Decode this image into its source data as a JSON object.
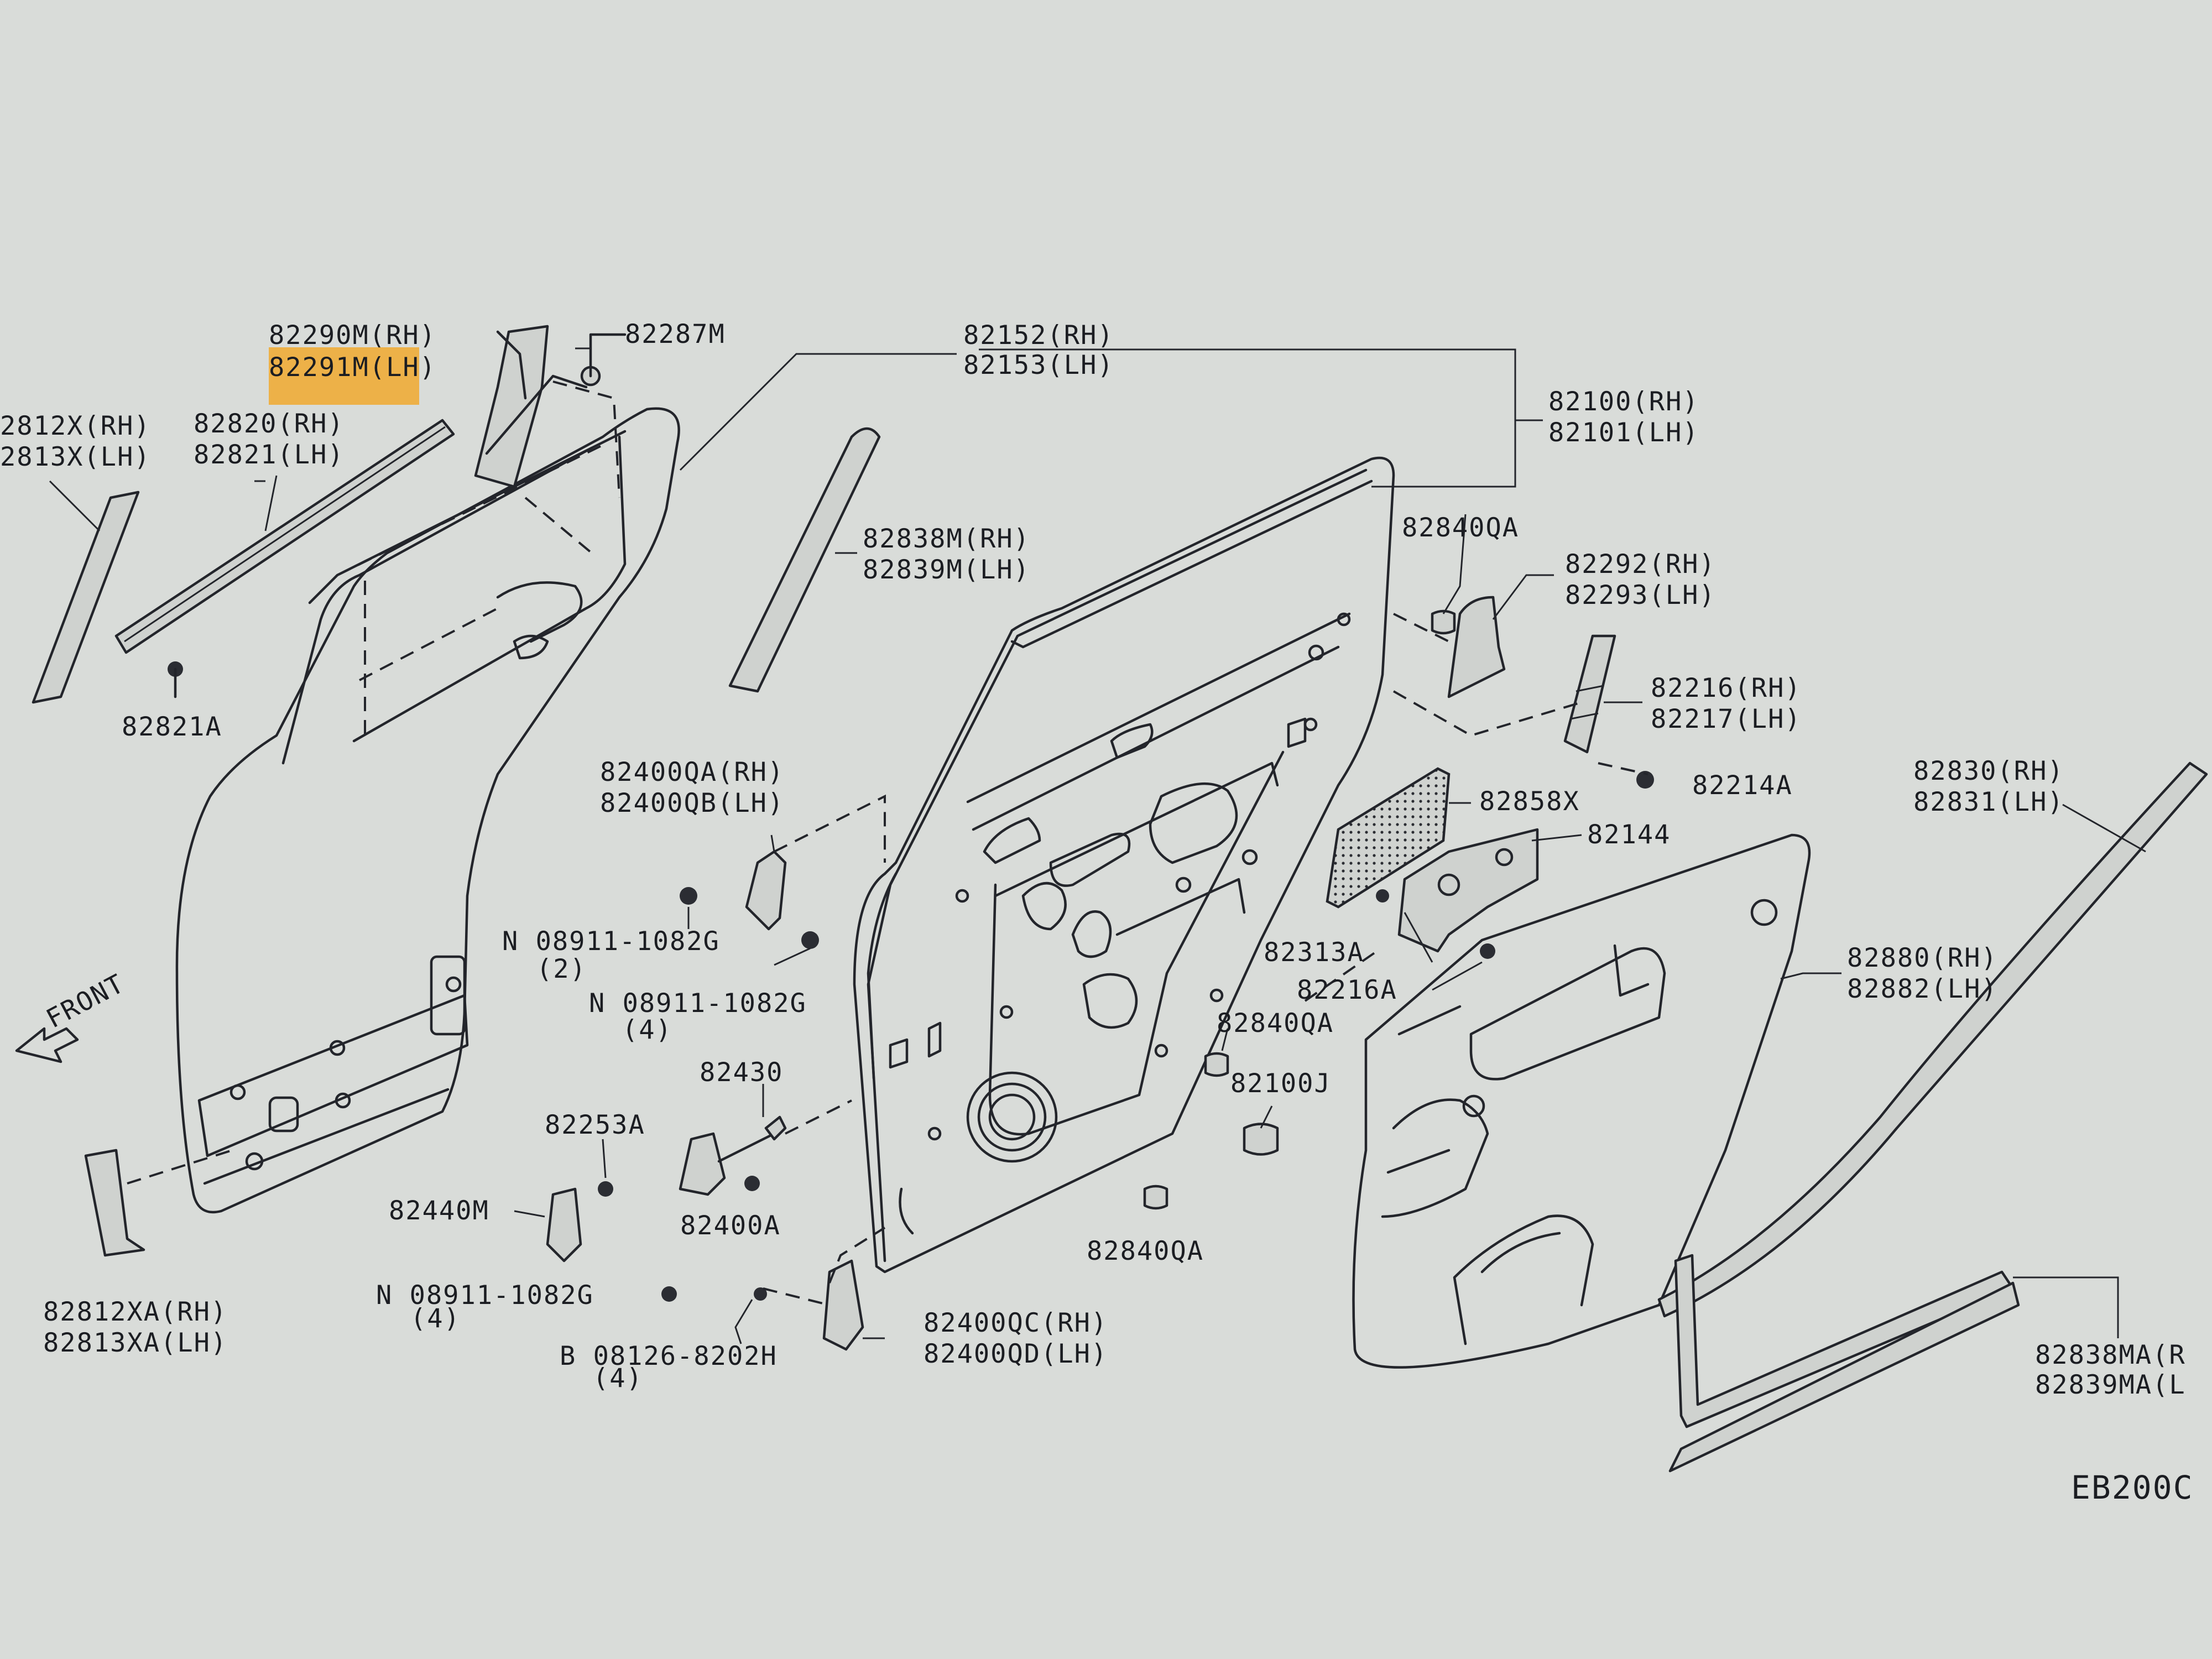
{
  "diagram": {
    "code": "EB200C",
    "front_label": "FRONT",
    "highlight_color": "#f0a92e",
    "background_color": "#d9dcd9",
    "line_color": "#23252b",
    "callouts": {
      "sash_rh": "82290M(RH)",
      "sash_lh": "82291M(LH)",
      "clip_82287m": "82287M",
      "seal_outer_rh": "82152(RH)",
      "seal_outer_lh": "82153(LH)",
      "door_rh": "82100(RH)",
      "door_lh": "82101(LH)",
      "garnish_rh": "2812X(RH)",
      "garnish_lh": "2813X(LH)",
      "moulding_rh": "82820(RH)",
      "moulding_lh": "82821(LH)",
      "clip_82821a": "82821A",
      "seal_sash_rh": "82838M(RH)",
      "seal_sash_lh": "82839M(LH)",
      "plug_82840qa_1": "82840QA",
      "bracket_rh": "82292(RH)",
      "bracket_lh": "82293(LH)",
      "channel_rh": "82216(RH)",
      "channel_lh": "82217(LH)",
      "clip_82214a": "82214A",
      "hinge_upper_rh": "82400QA(RH)",
      "hinge_upper_lh": "82400QB(LH)",
      "screen_82858x": "82858X",
      "lock_82144": "82144",
      "weatherstrip_rh": "82830(RH)",
      "weatherstrip_lh": "82831(LH)",
      "bolt_1": "N 08911-1082G",
      "bolt_1_qty": "(2)",
      "clip_82313a": "82313A",
      "bolt_2": "N 08911-1082G",
      "bolt_2_qty": "(4)",
      "clip_82216a": "82216A",
      "trim_rh": "82880(RH)",
      "trim_lh": "82882(LH)",
      "plug_82840qa_2": "82840QA",
      "check_82430": "82430",
      "bumper_82100j": "82100J",
      "clip_82253a": "82253A",
      "striker_82440m": "82440M",
      "check_bolt_82400a": "82400A",
      "plug_82840qa_3": "82840QA",
      "garnish2_rh": "82812XA(RH)",
      "garnish2_lh": "82813XA(LH)",
      "bolt_3": "N 08911-1082G",
      "bolt_3_qty": "(4)",
      "hinge_lower_rh": "82400QC(RH)",
      "hinge_lower_lh": "82400QD(LH)",
      "bolt_4": "B 08126-8202H",
      "bolt_4_qty": "(4)",
      "seal_lower_rh": "82838MA(R",
      "seal_lower_lh": "82839MA(L"
    }
  }
}
